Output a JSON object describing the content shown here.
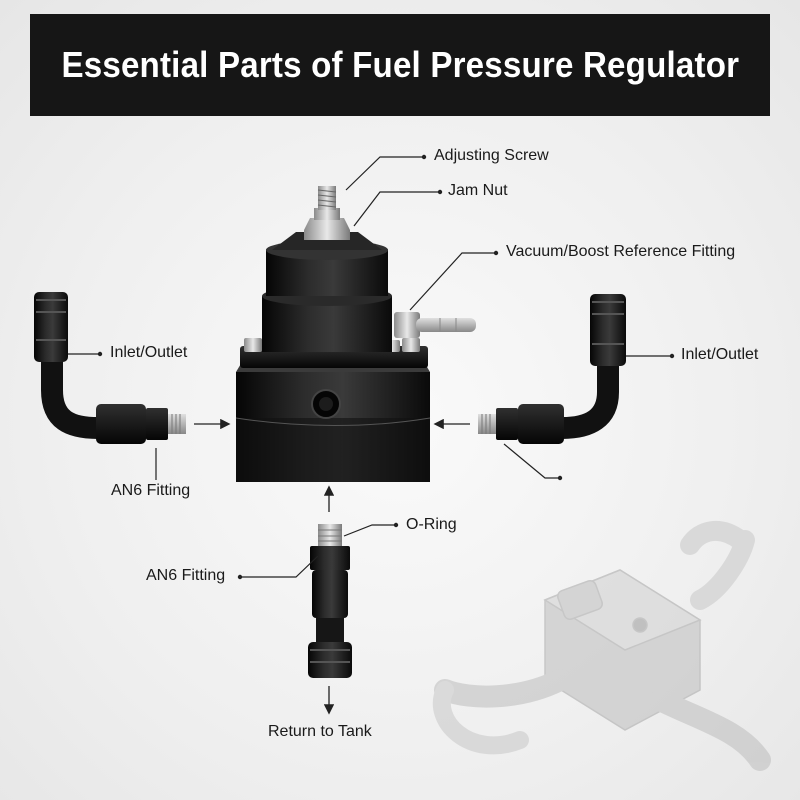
{
  "title": "Essential Parts of Fuel Pressure Regulator",
  "labels": {
    "adjusting_screw": "Adjusting Screw",
    "jam_nut": "Jam Nut",
    "vacuum_fitting": "Vacuum/Boost Reference Fitting",
    "inlet_outlet_left": "Inlet/Outlet",
    "inlet_outlet_right": "Inlet/Outlet",
    "an6_left": "AN6 Fitting",
    "an6_bottom": "AN6 Fitting",
    "o_ring": "O-Ring",
    "return_to_tank": "Return to Tank"
  },
  "colors": {
    "title_bg": "#161616",
    "title_text": "#ffffff",
    "part_black": "#111111",
    "leader_line": "#222222",
    "ghost_part": "#c4c4c4"
  }
}
